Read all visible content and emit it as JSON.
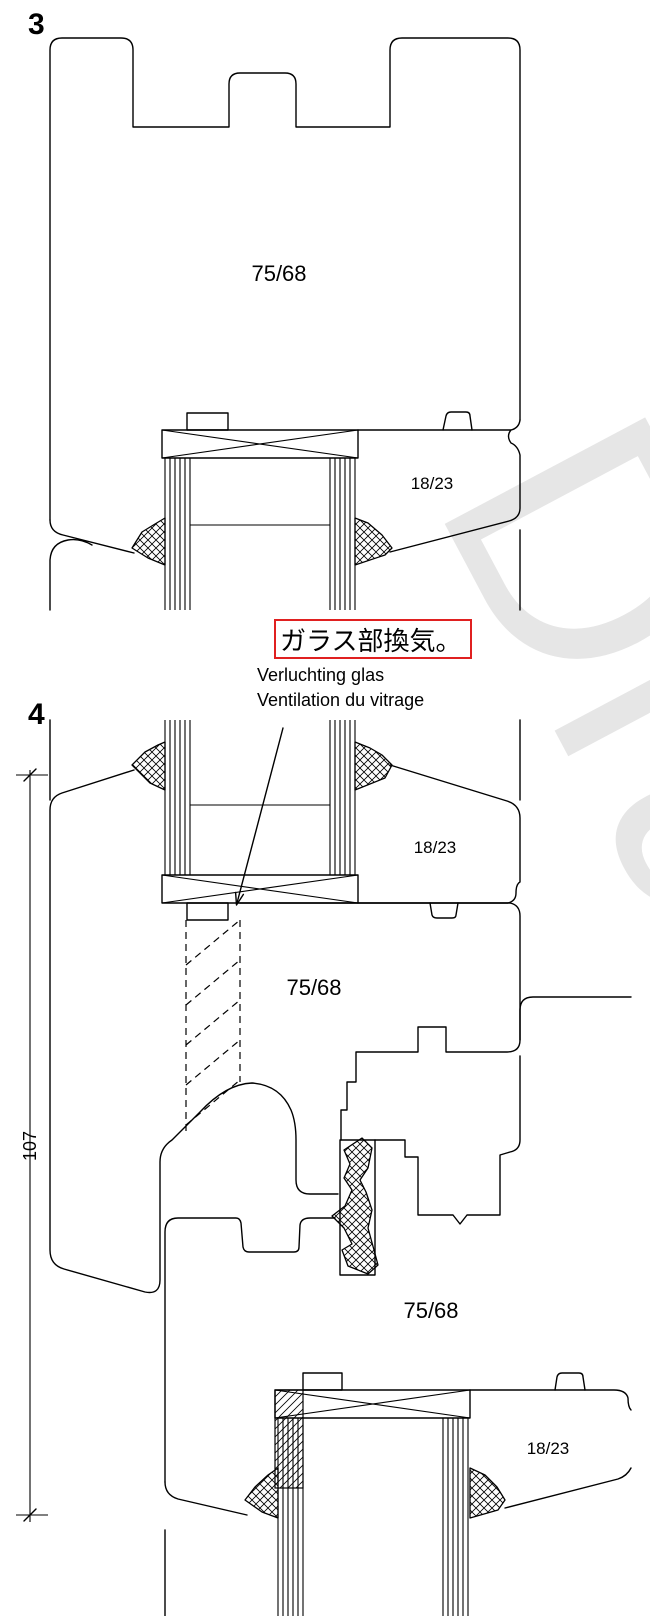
{
  "watermark": "Dra",
  "section_3": {
    "number": "3",
    "sash_label": "75/68",
    "bead_label": "18/23"
  },
  "annotation": {
    "japanese": "ガラス部換気。",
    "dutch": "Verluchting glas",
    "french": "Ventilation du vitrage"
  },
  "section_4": {
    "number": "4",
    "upper_bead_label": "18/23",
    "middle_sash_label": "75/68",
    "lower_sash_label": "75/68",
    "lower_bead_label": "18/23",
    "dimension": "107"
  },
  "colors": {
    "line": "#000000",
    "highlight_box": "#e02020",
    "watermark": "#e6e6e6"
  }
}
